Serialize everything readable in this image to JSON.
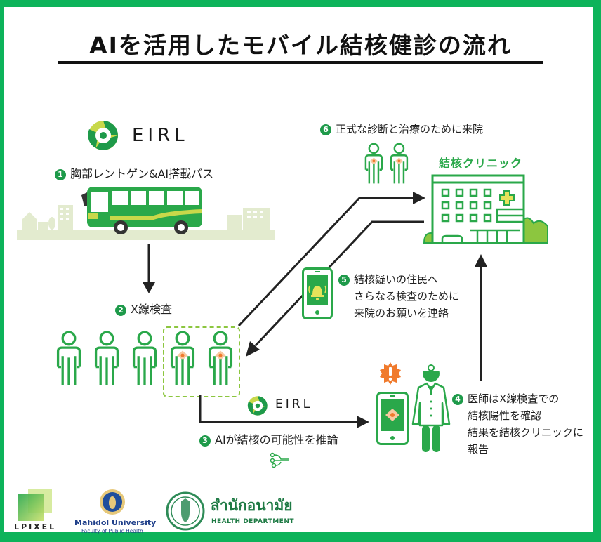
{
  "title": "AIを活用したモバイル結核健診の流れ",
  "colors": {
    "frame_green": "#0db35a",
    "icon_green": "#1e9a4a",
    "light_green": "#8cc63f",
    "yellow_green": "#c8d84a",
    "skyline": "#e3ebcf",
    "lesion_orange": "#f07a2c",
    "arrow": "#222222"
  },
  "brand": {
    "eirl_top": "EIRL",
    "eirl_ai": "EIRL"
  },
  "steps": [
    {
      "num": "1",
      "text": "胸部レントゲン&AI搭載バス"
    },
    {
      "num": "2",
      "text": "X線検査"
    },
    {
      "num": "3",
      "text": "AIが結核の可能性を推論"
    },
    {
      "num": "4",
      "lines": [
        "医師はX線検査での",
        "結核陽性を確認",
        "結果を結核クリニックに",
        "報告"
      ]
    },
    {
      "num": "5",
      "lines": [
        "結核疑いの住民へ",
        "さらなる検査のために",
        "来院のお願いを連絡"
      ]
    },
    {
      "num": "6",
      "text": "正式な診断と治療のために来院"
    }
  ],
  "clinic_label": "結核クリニック",
  "icons": {
    "bus": "bus-icon",
    "person": "person-icon",
    "phone_alert": "phone-bell-icon",
    "phone_xray": "phone-xray-icon",
    "doctor": "doctor-icon",
    "clinic": "clinic-building-icon",
    "alert": "exclamation-badge-icon",
    "network": "circuit-icon"
  },
  "footer": {
    "lpixel": "LPIXEL",
    "mahidol_name": "Mahidol University",
    "mahidol_sub": "Faculty of Public Health",
    "health_thai": "สำนักอนามัย",
    "health_en": "HEALTH DEPARTMENT"
  }
}
